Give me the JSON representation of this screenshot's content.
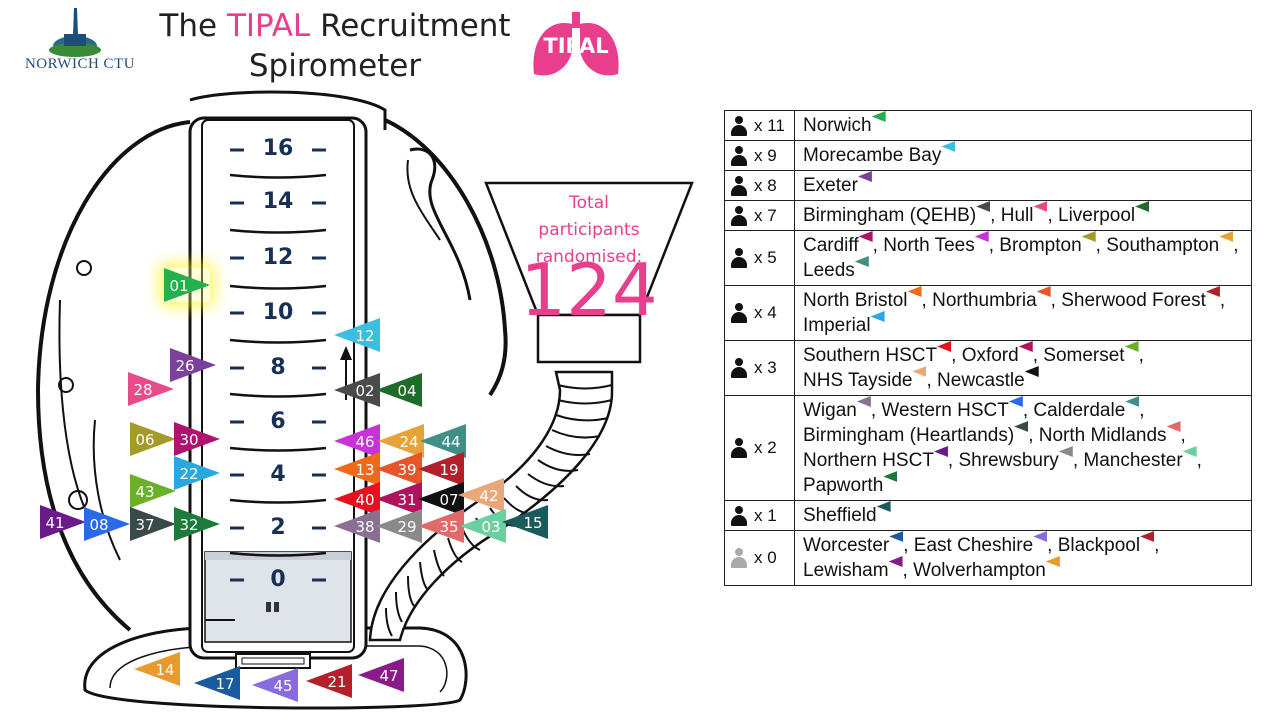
{
  "header": {
    "title_pre": "The ",
    "title_highlight": "TIPAL",
    "title_post": " Recruitment",
    "title_line2": "Spirometer",
    "norwich_logo_text": "NORWICH CTU",
    "tipal_logo_text": "TIPAL"
  },
  "spirometer": {
    "scale": [
      "16",
      "14",
      "12",
      "10",
      "8",
      "6",
      "4",
      "2",
      "0"
    ]
  },
  "total": {
    "label": "Total participants randomised:",
    "value": "124"
  },
  "flags": [
    {
      "id": "01",
      "dir": "r",
      "color": "#22b14c",
      "level": 11
    },
    {
      "id": "12",
      "dir": "l",
      "color": "#3bbfe0",
      "level": 9
    },
    {
      "id": "26",
      "dir": "r",
      "color": "#7b3fa0",
      "level": 7.5
    },
    {
      "id": "28",
      "dir": "r",
      "color": "#e84a8a",
      "level": 6.5
    },
    {
      "id": "02",
      "dir": "l",
      "color": "#4a4a4a",
      "level": 7
    },
    {
      "id": "04",
      "dir": "l",
      "color": "#1e6b2a",
      "level": 7
    },
    {
      "id": "06",
      "dir": "r",
      "color": "#a39a2a",
      "level": 4.5
    },
    {
      "id": "30",
      "dir": "r",
      "color": "#b0136e",
      "level": 4.5
    },
    {
      "id": "46",
      "dir": "l",
      "color": "#c733d6",
      "level": 4.5
    },
    {
      "id": "24",
      "dir": "l",
      "color": "#e8a23a",
      "level": 4.5
    },
    {
      "id": "44",
      "dir": "l",
      "color": "#3f8f86",
      "level": 4.5
    },
    {
      "id": "22",
      "dir": "r",
      "color": "#29a8df",
      "level": 3.5
    },
    {
      "id": "13",
      "dir": "l",
      "color": "#f06a1a",
      "level": 3.5
    },
    {
      "id": "39",
      "dir": "l",
      "color": "#e8552a",
      "level": 3.5
    },
    {
      "id": "19",
      "dir": "l",
      "color": "#b3202a",
      "level": 3.5
    },
    {
      "id": "43",
      "dir": "r",
      "color": "#6bb02a",
      "level": 3
    },
    {
      "id": "40",
      "dir": "l",
      "color": "#e8101e",
      "level": 3
    },
    {
      "id": "31",
      "dir": "l",
      "color": "#b0135e",
      "level": 3
    },
    {
      "id": "07",
      "dir": "l",
      "color": "#111111",
      "level": 3
    },
    {
      "id": "42",
      "dir": "l",
      "color": "#e8a87a",
      "level": 3
    },
    {
      "id": "41",
      "dir": "r",
      "color": "#6a1a8a",
      "level": 2
    },
    {
      "id": "08",
      "dir": "r",
      "color": "#2a6ae8",
      "level": 2
    },
    {
      "id": "37",
      "dir": "r",
      "color": "#3a4a4a",
      "level": 2
    },
    {
      "id": "32",
      "dir": "r",
      "color": "#1e7a3a",
      "level": 2
    },
    {
      "id": "38",
      "dir": "l",
      "color": "#8a7090",
      "level": 2
    },
    {
      "id": "29",
      "dir": "l",
      "color": "#8a8a8a",
      "level": 2
    },
    {
      "id": "35",
      "dir": "l",
      "color": "#e06a6a",
      "level": 2
    },
    {
      "id": "03",
      "dir": "l",
      "color": "#6ad0a0",
      "level": 2
    },
    {
      "id": "15",
      "dir": "l",
      "color": "#1a5a5a",
      "level": 2
    },
    {
      "id": "14",
      "dir": "l",
      "color": "#e89a2a",
      "level": 0
    },
    {
      "id": "17",
      "dir": "l",
      "color": "#1a5aa0",
      "level": 0
    },
    {
      "id": "45",
      "dir": "l",
      "color": "#8a6ae0",
      "level": 0
    },
    {
      "id": "21",
      "dir": "l",
      "color": "#b3202a",
      "level": 0
    },
    {
      "id": "47",
      "dir": "l",
      "color": "#8a1a8a",
      "level": 0
    }
  ],
  "table": {
    "rows": [
      {
        "count": "x 11",
        "active": true,
        "sites": [
          {
            "name": "Norwich",
            "sep": "",
            "color": "#22b14c"
          }
        ]
      },
      {
        "count": "x 9",
        "active": true,
        "sites": [
          {
            "name": "Morecambe Bay",
            "sep": "",
            "color": "#3bbfe0"
          }
        ]
      },
      {
        "count": "x 8",
        "active": true,
        "sites": [
          {
            "name": "Exeter",
            "sep": "",
            "color": "#7b3fa0"
          }
        ]
      },
      {
        "count": "x 7",
        "active": true,
        "sites": [
          {
            "name": "Birmingham (QEHB)",
            "sep": ",",
            "color": "#4a4a4a"
          },
          {
            "name": "Hull",
            "sep": ",",
            "color": "#e84a8a"
          },
          {
            "name": "Liverpool",
            "sep": "",
            "color": "#1e6b2a"
          }
        ]
      },
      {
        "count": "x 5",
        "active": true,
        "sites": [
          {
            "name": "Cardiff",
            "sep": ",",
            "color": "#b0136e"
          },
          {
            "name": "North Tees",
            "sep": ",",
            "color": "#c733d6"
          },
          {
            "name": "Brompton",
            "sep": ",",
            "color": "#a39a2a"
          },
          {
            "name": "Southampton",
            "sep": ",",
            "color": "#e8a23a"
          },
          {
            "name": "Leeds",
            "sep": "",
            "color": "#3f8f86"
          }
        ]
      },
      {
        "count": "x 4",
        "active": true,
        "sites": [
          {
            "name": "North Bristol",
            "sep": ",",
            "color": "#f06a1a"
          },
          {
            "name": "Northumbria",
            "sep": ",",
            "color": "#e8552a"
          },
          {
            "name": "Sherwood Forest",
            "sep": ",",
            "color": "#b3202a"
          },
          {
            "name": "Imperial",
            "sep": "",
            "color": "#29a8df"
          }
        ]
      },
      {
        "count": "x 3",
        "active": true,
        "sites": [
          {
            "name": "Southern HSCT",
            "sep": ",",
            "color": "#e8101e"
          },
          {
            "name": "Oxford",
            "sep": ",",
            "color": "#b0135e"
          },
          {
            "name": "Somerset",
            "sep": ",",
            "color": "#6bb02a"
          },
          {
            "name": "NHS Tayside",
            "sep": ",",
            "color": "#e8a87a"
          },
          {
            "name": "Newcastle",
            "sep": "",
            "color": "#111111"
          }
        ]
      },
      {
        "count": "x 2",
        "active": true,
        "sites": [
          {
            "name": "Wigan",
            "sep": ",",
            "color": "#8a7090"
          },
          {
            "name": "Western HSCT",
            "sep": ",",
            "color": "#2a6ae8"
          },
          {
            "name": "Calderdale",
            "sep": ",",
            "color": "#3f8f86"
          },
          {
            "name": "Birmingham (Heartlands)",
            "sep": ",",
            "color": "#3a4a4a"
          },
          {
            "name": "North Midlands",
            "sep": ",",
            "color": "#e06a6a"
          },
          {
            "name": "Northern HSCT",
            "sep": ",",
            "color": "#6a1a8a"
          },
          {
            "name": "Shrewsbury",
            "sep": ",",
            "color": "#8a8a8a"
          },
          {
            "name": "Manchester",
            "sep": ",",
            "color": "#6ad0a0"
          },
          {
            "name": "Papworth",
            "sep": "",
            "color": "#1e7a3a"
          }
        ]
      },
      {
        "count": "x 1",
        "active": true,
        "sites": [
          {
            "name": "Sheffield",
            "sep": "",
            "color": "#1a5a5a"
          }
        ]
      },
      {
        "count": "x 0",
        "active": false,
        "sites": [
          {
            "name": "Worcester",
            "sep": ",",
            "color": "#1a5aa0"
          },
          {
            "name": "East Cheshire",
            "sep": ",",
            "color": "#8a6ae0"
          },
          {
            "name": "Blackpool",
            "sep": ",",
            "color": "#b3202a"
          },
          {
            "name": "Lewisham",
            "sep": ",",
            "color": "#8a1a8a"
          },
          {
            "name": "Wolverhampton",
            "sep": "",
            "color": "#e89a2a"
          }
        ]
      }
    ]
  }
}
